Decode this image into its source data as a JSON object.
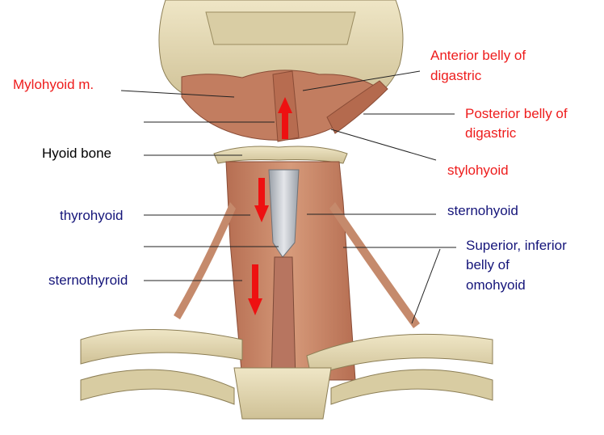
{
  "labels": {
    "mylohyoid": "Mylohyoid m.",
    "hyoid_bone": "Hyoid bone",
    "thyrohyoid": "thyrohyoid",
    "sternothyroid": "sternothyroid",
    "anterior_digastric_1": "Anterior belly of",
    "anterior_digastric_2": "digastric",
    "posterior_digastric_1": "Posterior belly of",
    "posterior_digastric_2": "digastric",
    "stylohyoid": "stylohyoid",
    "sternohyoid": "sternohyoid",
    "omohyoid_1": "Superior, inferior",
    "omohyoid_2": "belly of",
    "omohyoid_3": "omohyoid"
  },
  "colors": {
    "label_red": "#ee1c1c",
    "label_blue": "#15157a",
    "label_black": "#000000",
    "arrow_red": "#ee1111",
    "bone": "#e6dcb8",
    "bone_shadow": "#c9bc8e",
    "muscle": "#c98a6a",
    "muscle_dark": "#a8644a",
    "cartilage": "#c8ccd2"
  },
  "arrows": [
    {
      "name": "up-arrow-mylohyoid",
      "direction": "up"
    },
    {
      "name": "down-arrow-thyrohyoid",
      "direction": "down"
    },
    {
      "name": "down-arrow-sternothyroid",
      "direction": "down"
    }
  ]
}
